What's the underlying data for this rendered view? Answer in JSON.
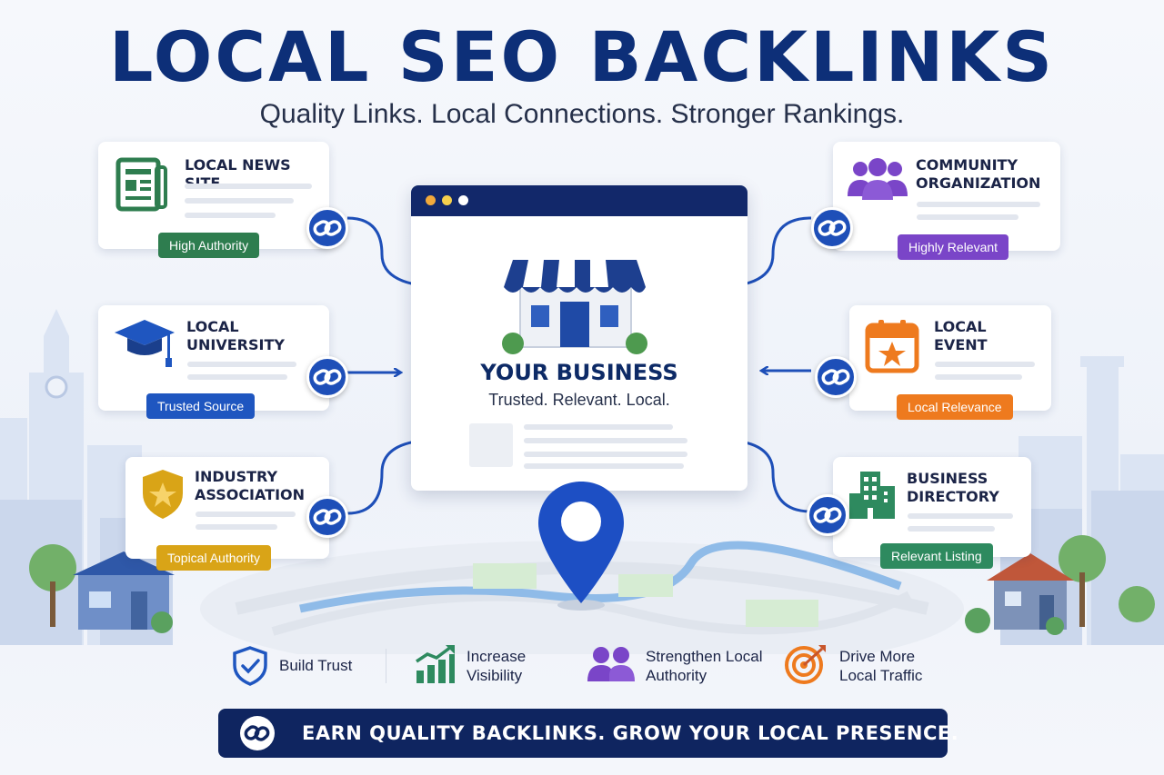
{
  "header": {
    "title": "LOCAL SEO BACKLINKS",
    "subtitle": "Quality Links. Local Connections. Stronger Rankings."
  },
  "sources": [
    {
      "title": "LOCAL NEWS SITE",
      "tag": "High Authority",
      "icon": "newspaper-icon",
      "color": "#2e7d4f"
    },
    {
      "title": "LOCAL UNIVERSITY",
      "tag": "Trusted Source",
      "icon": "graduation-cap-icon",
      "color": "#1f56c0"
    },
    {
      "title": "INDUSTRY ASSOCIATION",
      "tag": "Topical Authority",
      "icon": "shield-star-icon",
      "color": "#d9a417"
    },
    {
      "title": "COMMUNITY ORGANIZATION",
      "tag": "Highly Relevant",
      "icon": "people-group-icon",
      "color": "#7a45c8"
    },
    {
      "title": "LOCAL EVENT",
      "tag": "Local Relevance",
      "icon": "calendar-star-icon",
      "color": "#ee7a1e"
    },
    {
      "title": "BUSINESS DIRECTORY",
      "tag": "Relevant Listing",
      "icon": "buildings-icon",
      "color": "#2e8a5f"
    }
  ],
  "business": {
    "name": "YOUR BUSINESS",
    "tagline": "Trusted. Relevant. Local."
  },
  "benefits": [
    {
      "text": "Build Trust",
      "icon": "shield-check-icon"
    },
    {
      "text": "Increase Visibility",
      "icon": "growth-chart-icon"
    },
    {
      "text": "Strengthen Local Authority",
      "icon": "people-icon"
    },
    {
      "text": "Drive More Local Traffic",
      "icon": "target-icon"
    }
  ],
  "banner": {
    "text": "EARN QUALITY BACKLINKS. GROW YOUR LOCAL PRESENCE."
  },
  "colors": {
    "navy": "#0d2f78",
    "link_blue": "#1e4fb8",
    "map_pin": "#1d4fc4"
  }
}
